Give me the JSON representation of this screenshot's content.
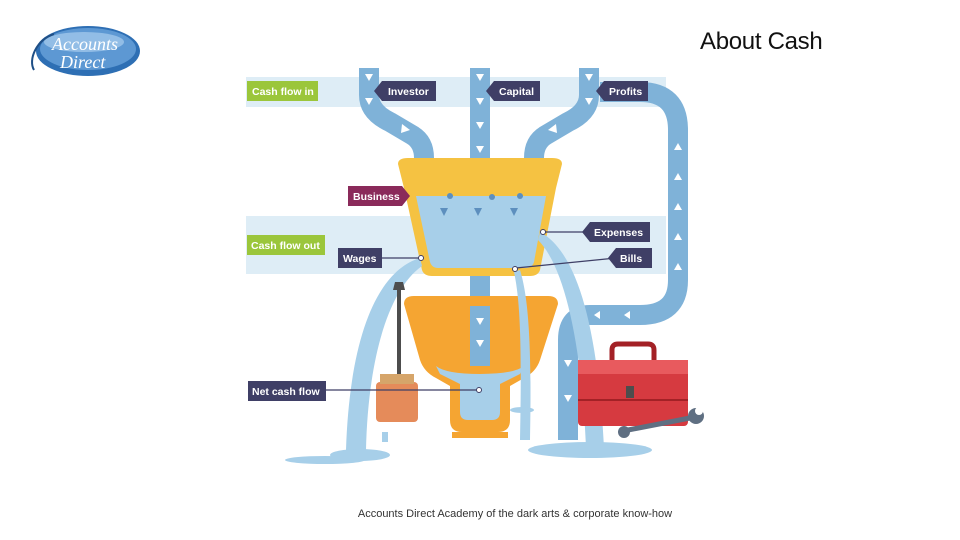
{
  "header": {
    "logo_text": "Accounts Direct",
    "title": "About Cash"
  },
  "diagram": {
    "labels": {
      "cash_flow_in": "Cash flow in",
      "investor": "Investor",
      "capital": "Capital",
      "profits": "Profits",
      "business": "Business",
      "expenses": "Expenses",
      "cash_flow_out": "Cash flow out",
      "wages": "Wages",
      "bills": "Bills",
      "net_cash_flow": "Net cash flow"
    },
    "colors": {
      "green_label": "#9bc63b",
      "navy_label": "#3f3f66",
      "maroon_label": "#8a2a5a",
      "pipe": "#7fb2d8",
      "tank": "#f5c242",
      "lower_tank": "#f5a532",
      "water": "#a7cfe9",
      "band": "#deedf6",
      "toolbox": "#d63a40"
    }
  },
  "footer": {
    "text": "Accounts Direct Academy of the dark arts & corporate know-how"
  }
}
